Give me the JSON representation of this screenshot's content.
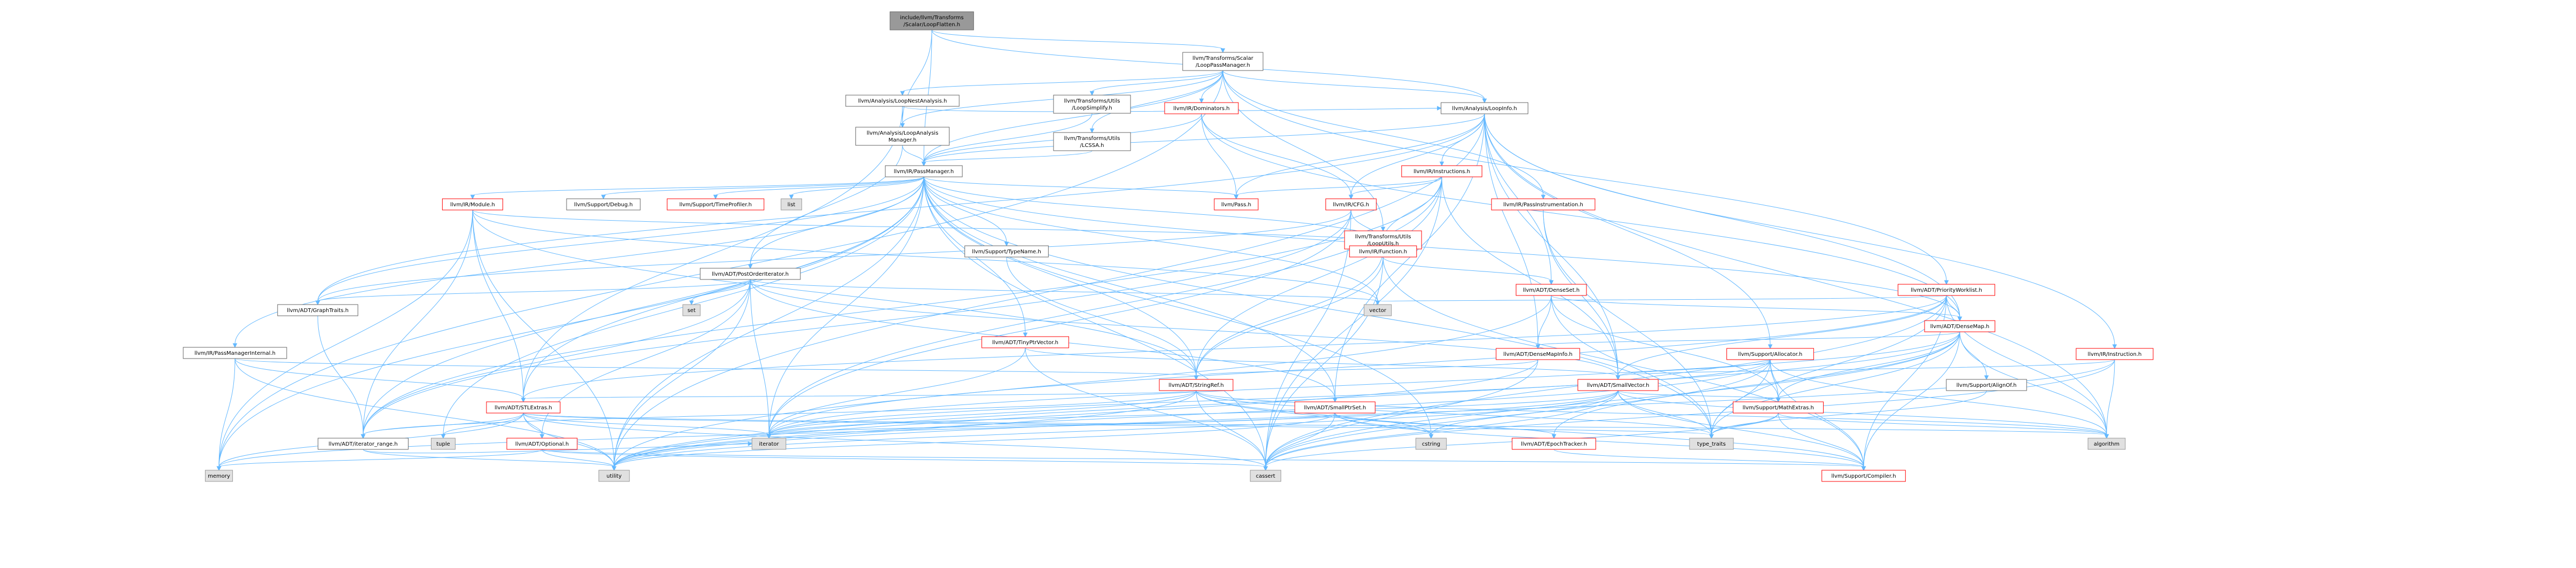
{
  "colors": {
    "edge": "#63b8ff",
    "root_fill": "#999999",
    "node_border": "#666666",
    "red_border": "#ff0000",
    "system_fill": "#e0e0e0"
  },
  "nodes": [
    {
      "id": "root",
      "label": "include/llvm/Transforms\n/Scalar/LoopFlatten.h",
      "kind": "root"
    },
    {
      "id": "lpm",
      "label": "llvm/Transforms/Scalar\n/LoopPassManager.h",
      "kind": "local"
    },
    {
      "id": "lna",
      "label": "llvm/Analysis/LoopNestAnalysis.h",
      "kind": "local"
    },
    {
      "id": "lsimp",
      "label": "llvm/Transforms/Utils\n/LoopSimplify.h",
      "kind": "local"
    },
    {
      "id": "dom",
      "label": "llvm/IR/Dominators.h",
      "kind": "red"
    },
    {
      "id": "lam",
      "label": "llvm/Analysis/LoopAnalysis\nManager.h",
      "kind": "local"
    },
    {
      "id": "lcssa",
      "label": "llvm/Transforms/Utils\n/LCSSA.h",
      "kind": "local"
    },
    {
      "id": "li",
      "label": "llvm/Analysis/LoopInfo.h",
      "kind": "local"
    },
    {
      "id": "pm",
      "label": "llvm/IR/PassManager.h",
      "kind": "local"
    },
    {
      "id": "instrs",
      "label": "llvm/IR/Instructions.h",
      "kind": "red"
    },
    {
      "id": "module",
      "label": "llvm/IR/Module.h",
      "kind": "red"
    },
    {
      "id": "debug",
      "label": "llvm/Support/Debug.h",
      "kind": "local"
    },
    {
      "id": "timeprof",
      "label": "llvm/Support/TimeProfiler.h",
      "kind": "red"
    },
    {
      "id": "list",
      "label": "list",
      "kind": "sys"
    },
    {
      "id": "pass",
      "label": "llvm/Pass.h",
      "kind": "red"
    },
    {
      "id": "cfg",
      "label": "llvm/IR/CFG.h",
      "kind": "red"
    },
    {
      "id": "pi",
      "label": "llvm/IR/PassInstrumentation.h",
      "kind": "red"
    },
    {
      "id": "loopu",
      "label": "llvm/Transforms/Utils\n/LoopUtils.h",
      "kind": "red"
    },
    {
      "id": "func",
      "label": "llvm/IR/Function.h",
      "kind": "red"
    },
    {
      "id": "typename",
      "label": "llvm/Support/TypeName.h",
      "kind": "local"
    },
    {
      "id": "poi",
      "label": "llvm/ADT/PostOrderIterator.h",
      "kind": "local"
    },
    {
      "id": "set",
      "label": "set",
      "kind": "sys"
    },
    {
      "id": "vector",
      "label": "vector",
      "kind": "sys"
    },
    {
      "id": "gt",
      "label": "llvm/ADT/GraphTraits.h",
      "kind": "local"
    },
    {
      "id": "pmi",
      "label": "llvm/IR/PassManagerInternal.h",
      "kind": "local"
    },
    {
      "id": "tpv",
      "label": "llvm/ADT/TinyPtrVector.h",
      "kind": "red"
    },
    {
      "id": "denseset",
      "label": "llvm/ADT/DenseSet.h",
      "kind": "red"
    },
    {
      "id": "pwl",
      "label": "llvm/ADT/PriorityWorklist.h",
      "kind": "red"
    },
    {
      "id": "densemap",
      "label": "llvm/ADT/DenseMap.h",
      "kind": "red"
    },
    {
      "id": "dmi",
      "label": "llvm/ADT/DenseMapInfo.h",
      "kind": "red"
    },
    {
      "id": "alloc",
      "label": "llvm/Support/Allocator.h",
      "kind": "red"
    },
    {
      "id": "inst",
      "label": "llvm/IR/Instruction.h",
      "kind": "red"
    },
    {
      "id": "alignof",
      "label": "llvm/Support/AlignOf.h",
      "kind": "local"
    },
    {
      "id": "stringref",
      "label": "llvm/ADT/StringRef.h",
      "kind": "red"
    },
    {
      "id": "smallvec",
      "label": "llvm/ADT/SmallVector.h",
      "kind": "red"
    },
    {
      "id": "stlextras",
      "label": "llvm/ADT/STLExtras.h",
      "kind": "red"
    },
    {
      "id": "smallptrset",
      "label": "llvm/ADT/SmallPtrSet.h",
      "kind": "red"
    },
    {
      "id": "mathextras",
      "label": "llvm/Support/MathExtras.h",
      "kind": "red"
    },
    {
      "id": "tuple",
      "label": "tuple",
      "kind": "sys"
    },
    {
      "id": "itrange",
      "label": "llvm/ADT/iterator_range.h",
      "kind": "local"
    },
    {
      "id": "iterator",
      "label": "iterator",
      "kind": "sys"
    },
    {
      "id": "optional",
      "label": "llvm/ADT/Optional.h",
      "kind": "red"
    },
    {
      "id": "cstring",
      "label": "cstring",
      "kind": "sys"
    },
    {
      "id": "epoch",
      "label": "llvm/ADT/EpochTracker.h",
      "kind": "red"
    },
    {
      "id": "typetraits",
      "label": "type_traits",
      "kind": "sys"
    },
    {
      "id": "algorithm",
      "label": "algorithm",
      "kind": "sys"
    },
    {
      "id": "memory",
      "label": "memory",
      "kind": "sys"
    },
    {
      "id": "utility",
      "label": "utility",
      "kind": "sys"
    },
    {
      "id": "cassert",
      "label": "cassert",
      "kind": "sys"
    },
    {
      "id": "compiler",
      "label": "llvm/Support/Compiler.h",
      "kind": "red"
    }
  ],
  "edges": [
    [
      "root",
      "lpm"
    ],
    [
      "root",
      "lam"
    ],
    [
      "root",
      "li"
    ],
    [
      "root",
      "pm"
    ],
    [
      "lpm",
      "lna"
    ],
    [
      "lpm",
      "lsimp"
    ],
    [
      "lpm",
      "dom"
    ],
    [
      "lpm",
      "lam"
    ],
    [
      "lpm",
      "lcssa"
    ],
    [
      "lpm",
      "li"
    ],
    [
      "lpm",
      "pm"
    ],
    [
      "lpm",
      "pi"
    ],
    [
      "lpm",
      "loopu"
    ],
    [
      "lpm",
      "pwl"
    ],
    [
      "lpm",
      "memory"
    ],
    [
      "lna",
      "lam"
    ],
    [
      "lna",
      "li"
    ],
    [
      "lna",
      "stlextras"
    ],
    [
      "lsimp",
      "pm"
    ],
    [
      "lcssa",
      "pm"
    ],
    [
      "dom",
      "pm"
    ],
    [
      "dom",
      "cfg"
    ],
    [
      "dom",
      "pass"
    ],
    [
      "dom",
      "densemap"
    ],
    [
      "lam",
      "pm"
    ],
    [
      "lam",
      "poi"
    ],
    [
      "li",
      "pm"
    ],
    [
      "li",
      "instrs"
    ],
    [
      "li",
      "cfg"
    ],
    [
      "li",
      "pass"
    ],
    [
      "li",
      "densemap"
    ],
    [
      "li",
      "densemapinfo_alias"
    ],
    [
      "li",
      "smallptrset"
    ],
    [
      "li",
      "smallvec"
    ],
    [
      "li",
      "alloc"
    ],
    [
      "li",
      "inst"
    ],
    [
      "li",
      "gt"
    ],
    [
      "li",
      "algorithm"
    ],
    [
      "li",
      "utility"
    ],
    [
      "li",
      "denseset"
    ],
    [
      "li",
      "dmi"
    ],
    [
      "pm",
      "module"
    ],
    [
      "pm",
      "debug"
    ],
    [
      "pm",
      "timeprof"
    ],
    [
      "pm",
      "list"
    ],
    [
      "pm",
      "pass"
    ],
    [
      "pm",
      "func"
    ],
    [
      "pm",
      "typename"
    ],
    [
      "pm",
      "poi"
    ],
    [
      "pm",
      "vector"
    ],
    [
      "pm",
      "gt"
    ],
    [
      "pm",
      "pmi"
    ],
    [
      "pm",
      "tpv"
    ],
    [
      "pm",
      "stringref"
    ],
    [
      "pm",
      "smallptrset"
    ],
    [
      "pm",
      "stlextras"
    ],
    [
      "pm",
      "densemap"
    ],
    [
      "pm",
      "itrange"
    ],
    [
      "pm",
      "iterator"
    ],
    [
      "pm",
      "memory"
    ],
    [
      "pm",
      "utility"
    ],
    [
      "pm",
      "tuple"
    ],
    [
      "pm",
      "cstring"
    ],
    [
      "pm",
      "cassert"
    ],
    [
      "pm",
      "typetraits"
    ],
    [
      "instrs",
      "pass"
    ],
    [
      "instrs",
      "cfg"
    ],
    [
      "instrs",
      "func"
    ],
    [
      "instrs",
      "stringref"
    ],
    [
      "instrs",
      "iterator"
    ],
    [
      "instrs",
      "smallvec"
    ],
    [
      "instrs",
      "cassert"
    ],
    [
      "instrs",
      "itrange"
    ],
    [
      "module",
      "func"
    ],
    [
      "module",
      "stlextras"
    ],
    [
      "module",
      "stringref"
    ],
    [
      "module",
      "itrange"
    ],
    [
      "module",
      "memory"
    ],
    [
      "module",
      "vector"
    ],
    [
      "module",
      "utility"
    ],
    [
      "cfg",
      "func"
    ],
    [
      "cfg",
      "gt"
    ],
    [
      "cfg",
      "itrange"
    ],
    [
      "cfg",
      "iterator"
    ],
    [
      "cfg",
      "cassert"
    ],
    [
      "pi",
      "smallvec"
    ],
    [
      "pi",
      "typetraits"
    ],
    [
      "loopu",
      "stringref"
    ],
    [
      "func",
      "denseset"
    ],
    [
      "func",
      "stringref"
    ],
    [
      "func",
      "compiler"
    ],
    [
      "func",
      "cassert"
    ],
    [
      "typename",
      "stringref"
    ],
    [
      "poi",
      "gt"
    ],
    [
      "poi",
      "optional"
    ],
    [
      "poi",
      "smallptrset"
    ],
    [
      "poi",
      "smallvec"
    ],
    [
      "poi",
      "itrange"
    ],
    [
      "poi",
      "iterator"
    ],
    [
      "poi",
      "set"
    ],
    [
      "poi",
      "vector"
    ],
    [
      "poi",
      "utility"
    ],
    [
      "gt",
      "itrange"
    ],
    [
      "pmi",
      "stlextras"
    ],
    [
      "pmi",
      "stringref"
    ],
    [
      "pmi",
      "memory"
    ],
    [
      "pmi",
      "utility"
    ],
    [
      "tpv",
      "smallvec"
    ],
    [
      "tpv",
      "iterator"
    ],
    [
      "tpv",
      "cassert"
    ],
    [
      "denseset",
      "densemap"
    ],
    [
      "denseset",
      "dmi"
    ],
    [
      "denseset",
      "mathextras"
    ],
    [
      "denseset",
      "typetraits"
    ],
    [
      "denseset",
      "utility"
    ],
    [
      "pwl",
      "densemap"
    ],
    [
      "pwl",
      "stlextras"
    ],
    [
      "pwl",
      "smallvec"
    ],
    [
      "pwl",
      "compiler"
    ],
    [
      "pwl",
      "vector"
    ],
    [
      "pwl",
      "algorithm"
    ],
    [
      "pwl",
      "iterator"
    ],
    [
      "pwl",
      "cassert"
    ],
    [
      "pwl",
      "typetraits"
    ],
    [
      "densemap",
      "dmi"
    ],
    [
      "densemap",
      "epoch"
    ],
    [
      "densemap",
      "alignof"
    ],
    [
      "densemap",
      "compiler"
    ],
    [
      "densemap",
      "mathextras"
    ],
    [
      "densemap",
      "algorithm"
    ],
    [
      "densemap",
      "iterator"
    ],
    [
      "densemap",
      "cassert"
    ],
    [
      "densemap",
      "typetraits"
    ],
    [
      "densemap",
      "utility"
    ],
    [
      "dmi",
      "stringref"
    ],
    [
      "dmi",
      "cassert"
    ],
    [
      "dmi",
      "utility"
    ],
    [
      "alloc",
      "smallvec"
    ],
    [
      "alloc",
      "compiler"
    ],
    [
      "alloc",
      "mathextras"
    ],
    [
      "alloc",
      "algorithm"
    ],
    [
      "alloc",
      "cassert"
    ],
    [
      "alloc",
      "iterator"
    ],
    [
      "alloc",
      "typetraits"
    ],
    [
      "alloc",
      "utility"
    ],
    [
      "inst",
      "smallvec"
    ],
    [
      "inst",
      "algorithm"
    ],
    [
      "inst",
      "cassert"
    ],
    [
      "inst",
      "utility"
    ],
    [
      "alignof",
      "typetraits"
    ],
    [
      "stringref",
      "stlextras"
    ],
    [
      "stringref",
      "itrange"
    ],
    [
      "stringref",
      "compiler"
    ],
    [
      "stringref",
      "algorithm"
    ],
    [
      "stringref",
      "cassert"
    ],
    [
      "stringref",
      "cstring"
    ],
    [
      "stringref",
      "iterator"
    ],
    [
      "stringref",
      "typetraits"
    ],
    [
      "stringref",
      "utility"
    ],
    [
      "smallvec",
      "compiler"
    ],
    [
      "smallvec",
      "mathextras"
    ],
    [
      "smallvec",
      "algorithm"
    ],
    [
      "smallvec",
      "cassert"
    ],
    [
      "smallvec",
      "cstring"
    ],
    [
      "smallvec",
      "iterator"
    ],
    [
      "smallvec",
      "memory"
    ],
    [
      "smallvec",
      "typetraits"
    ],
    [
      "smallvec",
      "utility"
    ],
    [
      "stlextras",
      "itrange"
    ],
    [
      "stlextras",
      "optional"
    ],
    [
      "stlextras",
      "tuple"
    ],
    [
      "stlextras",
      "iterator"
    ],
    [
      "stlextras",
      "memory"
    ],
    [
      "stlextras",
      "cassert"
    ],
    [
      "stlextras",
      "utility"
    ],
    [
      "stlextras",
      "typetraits"
    ],
    [
      "stlextras",
      "algorithm"
    ],
    [
      "smallptrset",
      "epoch"
    ],
    [
      "smallptrset",
      "compiler"
    ],
    [
      "smallptrset",
      "cassert"
    ],
    [
      "smallptrset",
      "cstring"
    ],
    [
      "smallptrset",
      "iterator"
    ],
    [
      "smallptrset",
      "utility"
    ],
    [
      "mathextras",
      "compiler"
    ],
    [
      "mathextras",
      "algorithm"
    ],
    [
      "mathextras",
      "cassert"
    ],
    [
      "mathextras",
      "typetraits"
    ],
    [
      "itrange",
      "iterator"
    ],
    [
      "itrange",
      "utility"
    ],
    [
      "optional",
      "compiler"
    ],
    [
      "optional",
      "cassert"
    ],
    [
      "optional",
      "memory"
    ],
    [
      "optional",
      "utility"
    ],
    [
      "epoch",
      "compiler"
    ]
  ]
}
